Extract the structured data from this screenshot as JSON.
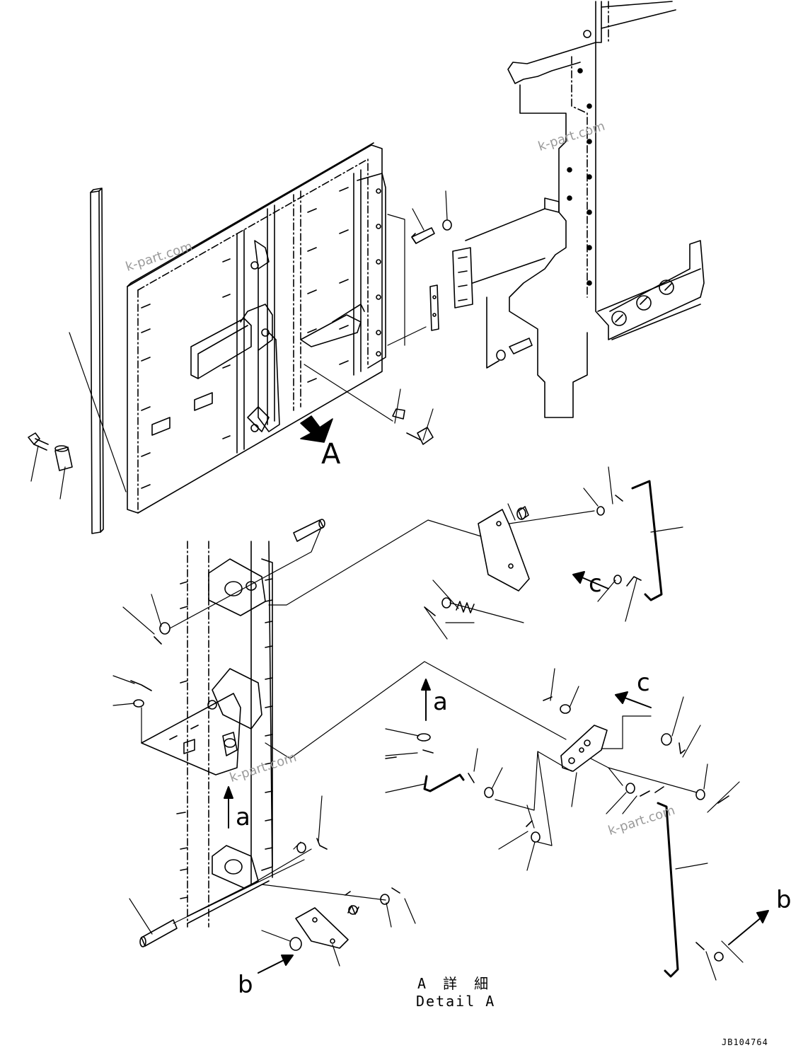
{
  "view_labels": {
    "view_a": "A",
    "arrow_a": "a",
    "arrow_b": "b",
    "arrow_c": "c"
  },
  "caption": {
    "japanese": "A 詳 細",
    "english": "Detail A"
  },
  "drawing_code": "JB104764",
  "watermark": "k-part.com",
  "colors": {
    "line": "#000000",
    "watermark": "#9a9a9a"
  }
}
